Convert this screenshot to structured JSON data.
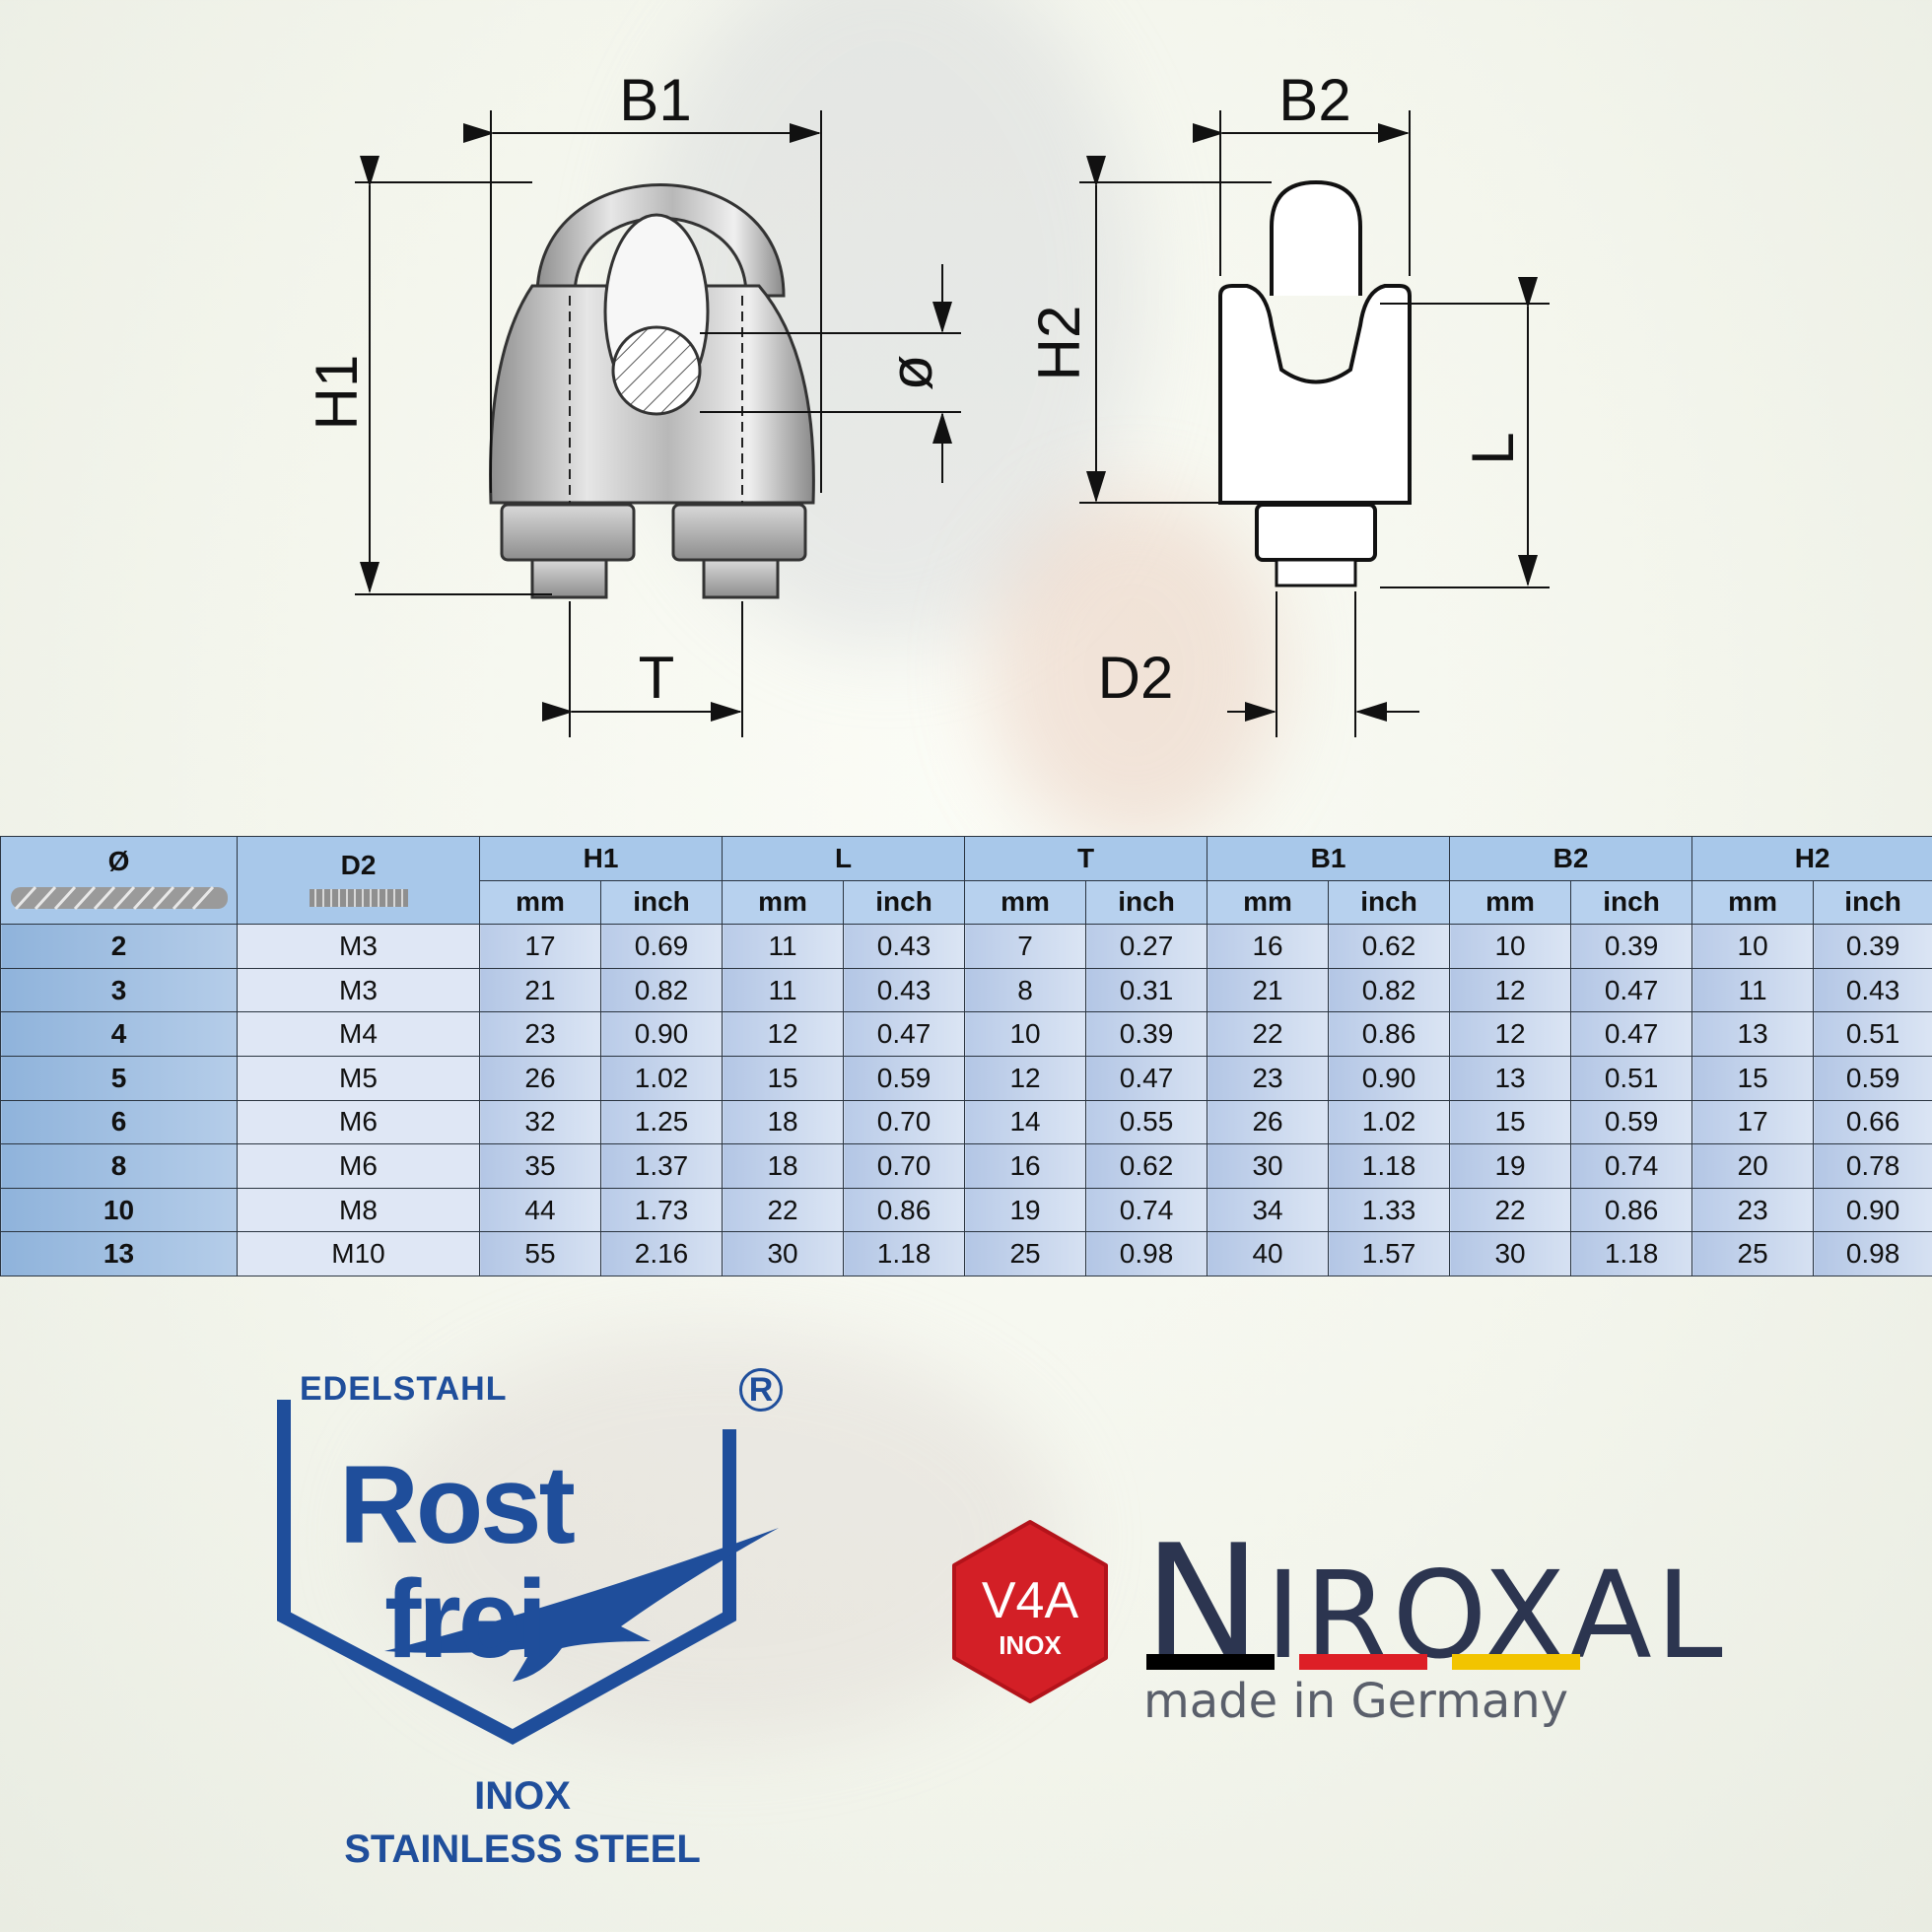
{
  "diagram": {
    "labels": {
      "b1": "B1",
      "b2": "B2",
      "h1": "H1",
      "h2": "H2",
      "diameter": "ø",
      "l": "L",
      "t": "T",
      "d2": "D2"
    }
  },
  "table": {
    "headers": {
      "d": "Ø",
      "d2": "D2",
      "h1": "H1",
      "l": "L",
      "t": "T",
      "b1": "B1",
      "b2": "B2",
      "h2": "H2"
    },
    "unit_mm": "mm",
    "unit_inch": "inch",
    "rows": [
      {
        "d": "2",
        "d2": "M3",
        "h1_mm": "17",
        "h1_in": "0.69",
        "l_mm": "11",
        "l_in": "0.43",
        "t_mm": "7",
        "t_in": "0.27",
        "b1_mm": "16",
        "b1_in": "0.62",
        "b2_mm": "10",
        "b2_in": "0.39",
        "h2_mm": "10",
        "h2_in": "0.39"
      },
      {
        "d": "3",
        "d2": "M3",
        "h1_mm": "21",
        "h1_in": "0.82",
        "l_mm": "11",
        "l_in": "0.43",
        "t_mm": "8",
        "t_in": "0.31",
        "b1_mm": "21",
        "b1_in": "0.82",
        "b2_mm": "12",
        "b2_in": "0.47",
        "h2_mm": "11",
        "h2_in": "0.43"
      },
      {
        "d": "4",
        "d2": "M4",
        "h1_mm": "23",
        "h1_in": "0.90",
        "l_mm": "12",
        "l_in": "0.47",
        "t_mm": "10",
        "t_in": "0.39",
        "b1_mm": "22",
        "b1_in": "0.86",
        "b2_mm": "12",
        "b2_in": "0.47",
        "h2_mm": "13",
        "h2_in": "0.51"
      },
      {
        "d": "5",
        "d2": "M5",
        "h1_mm": "26",
        "h1_in": "1.02",
        "l_mm": "15",
        "l_in": "0.59",
        "t_mm": "12",
        "t_in": "0.47",
        "b1_mm": "23",
        "b1_in": "0.90",
        "b2_mm": "13",
        "b2_in": "0.51",
        "h2_mm": "15",
        "h2_in": "0.59"
      },
      {
        "d": "6",
        "d2": "M6",
        "h1_mm": "32",
        "h1_in": "1.25",
        "l_mm": "18",
        "l_in": "0.70",
        "t_mm": "14",
        "t_in": "0.55",
        "b1_mm": "26",
        "b1_in": "1.02",
        "b2_mm": "15",
        "b2_in": "0.59",
        "h2_mm": "17",
        "h2_in": "0.66"
      },
      {
        "d": "8",
        "d2": "M6",
        "h1_mm": "35",
        "h1_in": "1.37",
        "l_mm": "18",
        "l_in": "0.70",
        "t_mm": "16",
        "t_in": "0.62",
        "b1_mm": "30",
        "b1_in": "1.18",
        "b2_mm": "19",
        "b2_in": "0.74",
        "h2_mm": "20",
        "h2_in": "0.78"
      },
      {
        "d": "10",
        "d2": "M8",
        "h1_mm": "44",
        "h1_in": "1.73",
        "l_mm": "22",
        "l_in": "0.86",
        "t_mm": "19",
        "t_in": "0.74",
        "b1_mm": "34",
        "b1_in": "1.33",
        "b2_mm": "22",
        "b2_in": "0.86",
        "h2_mm": "23",
        "h2_in": "0.90"
      },
      {
        "d": "13",
        "d2": "M10",
        "h1_mm": "55",
        "h1_in": "2.16",
        "l_mm": "30",
        "l_in": "1.18",
        "t_mm": "25",
        "t_in": "0.98",
        "b1_mm": "40",
        "b1_in": "1.57",
        "b2_mm": "30",
        "b2_in": "1.18",
        "h2_mm": "25",
        "h2_in": "0.98"
      }
    ]
  },
  "logo_rostfrei": {
    "top_text": "EDELSTAHL",
    "registered": "R",
    "word1": "Rost",
    "word2": "frei",
    "line1": "INOX",
    "line2": "STAINLESS STEEL",
    "color": "#1f4e9b"
  },
  "logo_niroxal": {
    "badge_main": "V4A",
    "badge_sub": "INOX",
    "brand_first": "N",
    "brand_rest_1": "I",
    "brand_rest_2": "ROXAL",
    "tagline": "made in Germany",
    "badge_color": "#d31f26",
    "flag_colors": [
      "#000000",
      "#dd1f26",
      "#f2c400"
    ]
  }
}
